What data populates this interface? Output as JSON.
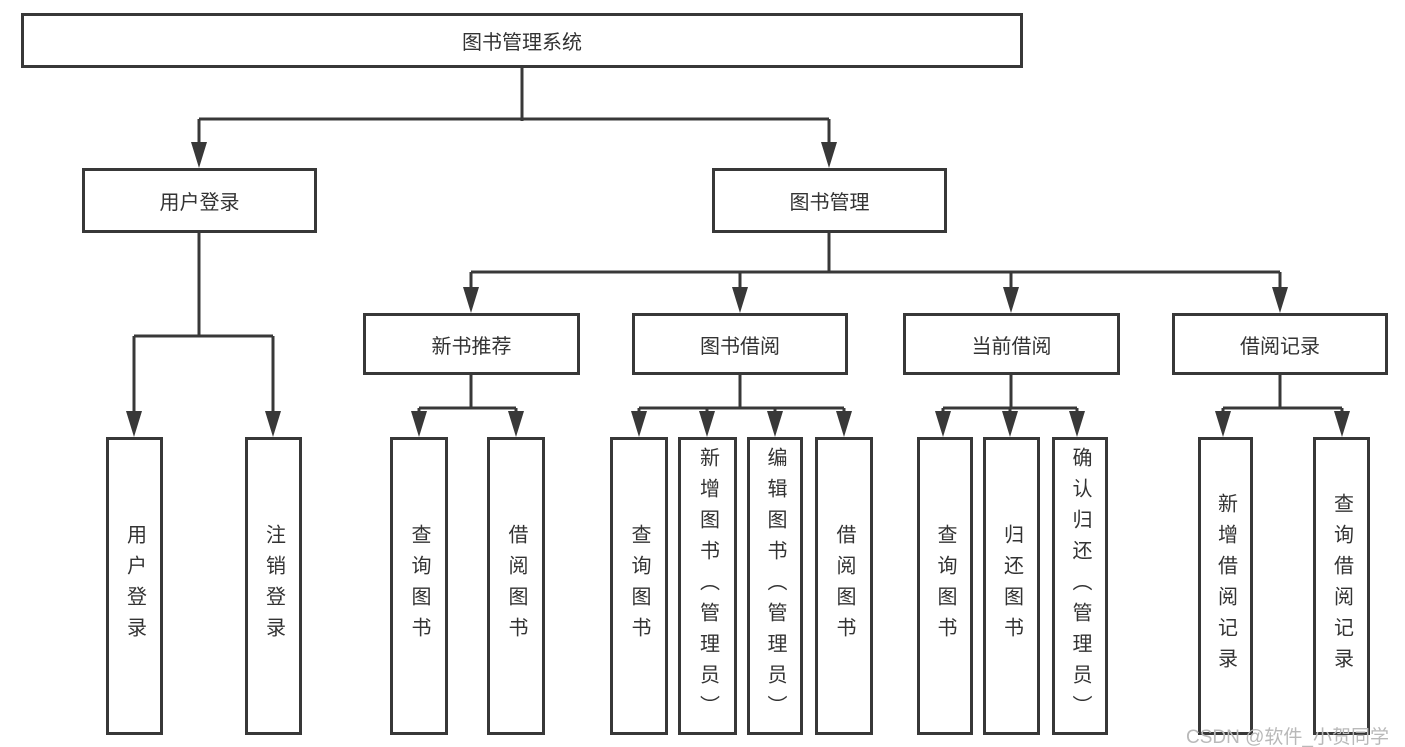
{
  "watermark": "CSDN @软件_小贺同学",
  "colors": {
    "line": "#383838",
    "text": "#333333",
    "background": "#ffffff",
    "watermark": "#b9b9b9"
  },
  "tree": {
    "label": "图书管理系统",
    "children": [
      {
        "label": "用户登录",
        "children": [
          {
            "label": "用户登录"
          },
          {
            "label": "注销登录"
          }
        ]
      },
      {
        "label": "图书管理",
        "children": [
          {
            "label": "新书推荐",
            "children": [
              {
                "label": "查询图书"
              },
              {
                "label": "借阅图书"
              }
            ]
          },
          {
            "label": "图书借阅",
            "children": [
              {
                "label": "查询图书"
              },
              {
                "label": "新增图书（管理员）"
              },
              {
                "label": "编辑图书（管理员）"
              },
              {
                "label": "借阅图书"
              }
            ]
          },
          {
            "label": "当前借阅",
            "children": [
              {
                "label": "查询图书"
              },
              {
                "label": "归还图书"
              },
              {
                "label": "确认归还（管理员）"
              }
            ]
          },
          {
            "label": "借阅记录",
            "children": [
              {
                "label": "新增借阅记录"
              },
              {
                "label": "查询借阅记录"
              }
            ]
          }
        ]
      }
    ]
  }
}
